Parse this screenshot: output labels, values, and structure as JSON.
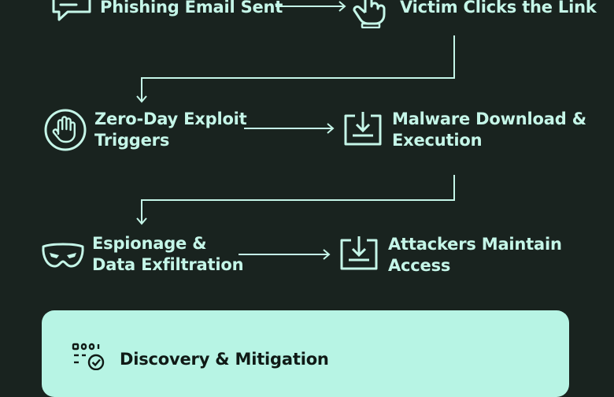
{
  "steps": [
    {
      "id": "phishing",
      "lines": [
        "Phishing Email Sent"
      ],
      "icon": "chat-message-icon"
    },
    {
      "id": "click",
      "lines": [
        "Victim Clicks the Link"
      ],
      "icon": "pointing-hand-icon"
    },
    {
      "id": "exploit",
      "lines": [
        "Zero-Day Exploit",
        "Triggers"
      ],
      "icon": "hand-stop-icon"
    },
    {
      "id": "malware",
      "lines": [
        "Malware Download &",
        "Execution"
      ],
      "icon": "download-tray-icon"
    },
    {
      "id": "espionage",
      "lines": [
        "Espionage &",
        "Data Exfiltration"
      ],
      "icon": "mask-icon"
    },
    {
      "id": "access",
      "lines": [
        "Attackers Maintain",
        "Access"
      ],
      "icon": "download-tray-icon"
    }
  ],
  "discovery": {
    "label": "Discovery & Mitigation",
    "icon": "checklist-icon"
  },
  "colors": {
    "background": "#19231f",
    "accent": "#c5f6e8",
    "panel": "#b7f4e4",
    "panel_text": "#101a16"
  }
}
